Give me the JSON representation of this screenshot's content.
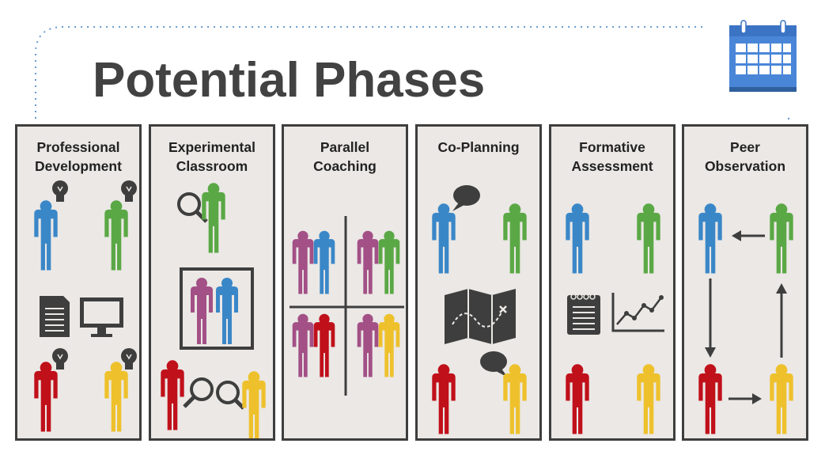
{
  "title": "Potential Phases",
  "icons": {
    "calendar": "calendar-icon"
  },
  "colors": {
    "blue": "#3a87c8",
    "green": "#5aa845",
    "red": "#c0101a",
    "yellow": "#eec12c",
    "purple": "#a35086",
    "dark": "#3e3e3e",
    "panel_bg": "#ebe8e5",
    "title": "#424242",
    "calendar": "#4a86d8"
  },
  "panels": [
    {
      "line1": "Professional",
      "line2": "Development"
    },
    {
      "line1": "Experimental",
      "line2": "Classroom"
    },
    {
      "line1": "Parallel",
      "line2": "Coaching"
    },
    {
      "line1": "Co-Planning",
      "line2": ""
    },
    {
      "line1": "Formative",
      "line2": "Assessment"
    },
    {
      "line1": "Peer",
      "line2": "Observation"
    }
  ]
}
